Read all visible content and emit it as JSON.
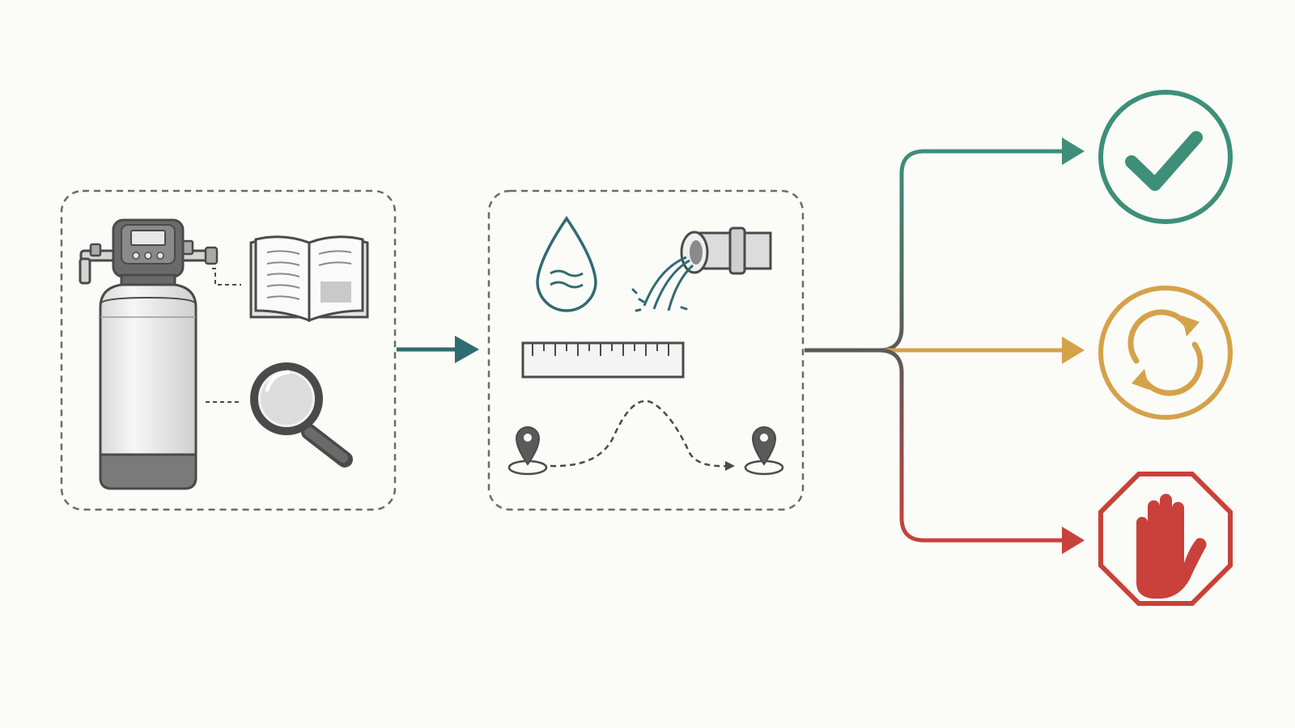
{
  "colors": {
    "background": "#fbfbf8",
    "ink": "#4a4a4a",
    "dash": "#6b6b6b",
    "teal": "#2f6b72",
    "green": "#3d8f78",
    "amber": "#d5a24a",
    "red": "#c9413a",
    "trunk": "#5a5a5a"
  },
  "stages": [
    {
      "id": "assess",
      "icons": [
        "water-softener-icon",
        "manual-book-icon",
        "magnifier-icon"
      ]
    },
    {
      "id": "measure",
      "icons": [
        "water-drop-icon",
        "drain-pipe-icon",
        "ruler-icon",
        "route-pins-icon"
      ]
    }
  ],
  "outcomes": [
    {
      "id": "approve",
      "icon": "checkmark-icon",
      "color": "#3d8f78"
    },
    {
      "id": "redo",
      "icon": "refresh-icon",
      "color": "#d5a24a"
    },
    {
      "id": "stop",
      "icon": "stop-hand-icon",
      "color": "#c9413a"
    }
  ]
}
